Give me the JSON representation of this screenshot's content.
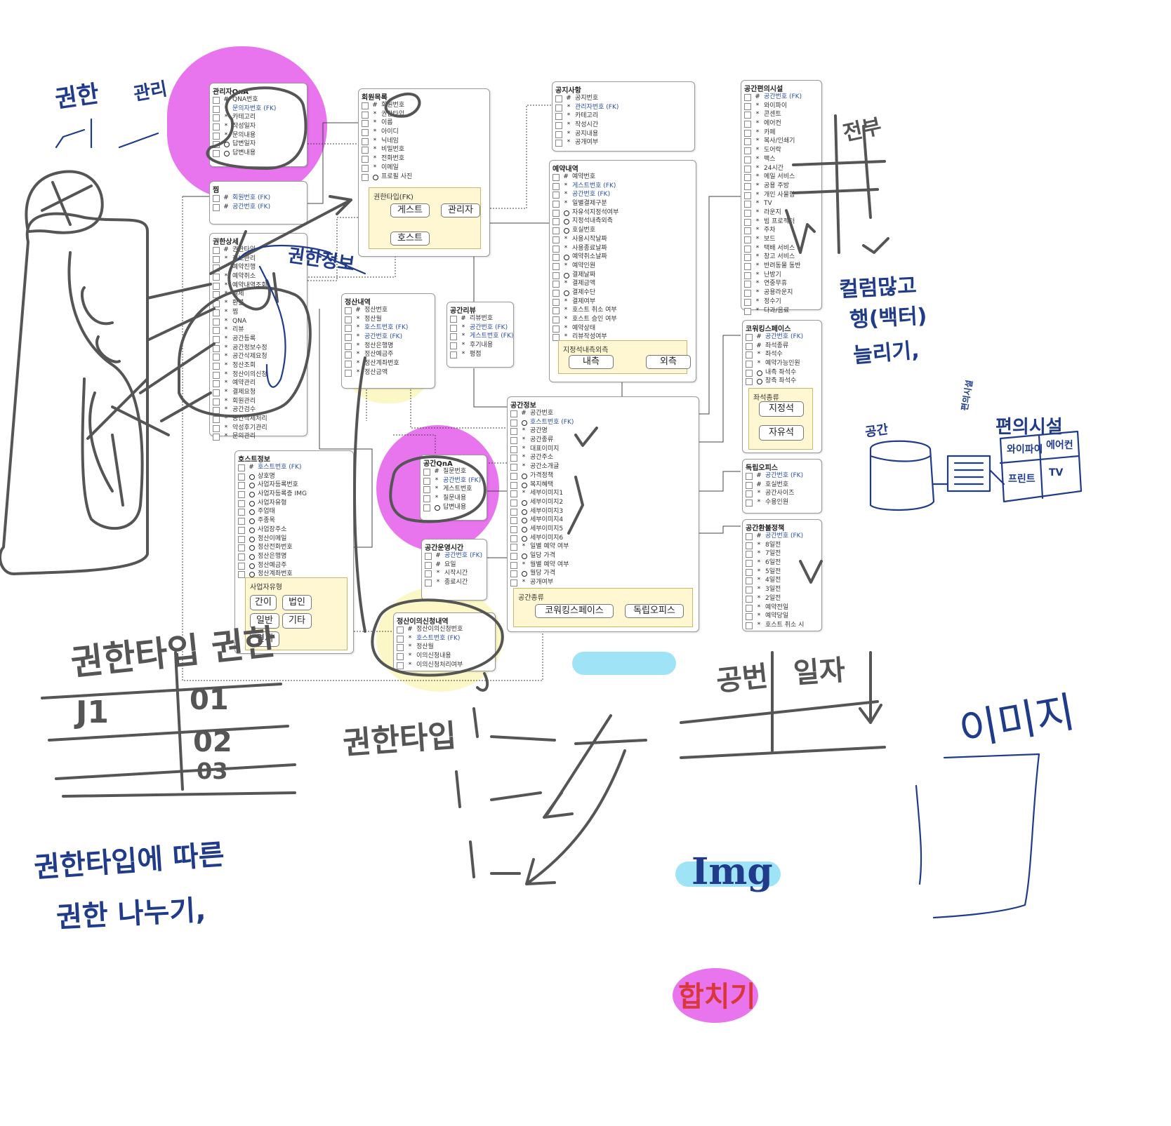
{
  "entities": {
    "admin_qna": {
      "title": "관리자QnA",
      "attrs": [
        {
          "m": "#",
          "t": "QNA번호"
        },
        {
          "m": "*",
          "t": "문의자번호 (FK)"
        },
        {
          "m": "*",
          "t": "카테고리"
        },
        {
          "m": "*",
          "t": "작성일자"
        },
        {
          "m": "*",
          "t": "문의내용"
        },
        {
          "m": "o",
          "t": "답변일자"
        },
        {
          "m": "o",
          "t": "답변내용"
        }
      ]
    },
    "wishlist": {
      "title": "찜",
      "attrs": [
        {
          "m": "#",
          "t": "회원번호 (FK)"
        },
        {
          "m": "#",
          "t": "공간번호 (FK)"
        }
      ]
    },
    "authority_detail": {
      "title": "권한상세",
      "attrs": [
        {
          "m": "#",
          "t": "권한타입"
        },
        {
          "m": "*",
          "t": "정보관리"
        },
        {
          "m": "*",
          "t": "예약진행"
        },
        {
          "m": "*",
          "t": "예약취소"
        },
        {
          "m": "*",
          "t": "예약내역조회"
        },
        {
          "m": "*",
          "t": "결제"
        },
        {
          "m": "*",
          "t": "환불"
        },
        {
          "m": "*",
          "t": "찜"
        },
        {
          "m": "*",
          "t": "QNA"
        },
        {
          "m": "*",
          "t": "리뷰"
        },
        {
          "m": "*",
          "t": "공간등록"
        },
        {
          "m": "*",
          "t": "공간정보수정"
        },
        {
          "m": "*",
          "t": "공간삭제요청"
        },
        {
          "m": "*",
          "t": "정산조회"
        },
        {
          "m": "*",
          "t": "정산이의신청"
        },
        {
          "m": "*",
          "t": "예약관리"
        },
        {
          "m": "*",
          "t": "결제요청"
        },
        {
          "m": "*",
          "t": "회원관리"
        },
        {
          "m": "*",
          "t": "공간검수"
        },
        {
          "m": "*",
          "t": "공간삭제처리"
        },
        {
          "m": "*",
          "t": "악성후기관리"
        },
        {
          "m": "*",
          "t": "문의관리"
        }
      ]
    },
    "member_list": {
      "title": "회원목록",
      "attrs": [
        {
          "m": "#",
          "t": "회원번호"
        },
        {
          "m": "*",
          "t": "권한타입"
        },
        {
          "m": "*",
          "t": "이름"
        },
        {
          "m": "*",
          "t": "아이디"
        },
        {
          "m": "*",
          "t": "닉네임"
        },
        {
          "m": "*",
          "t": "비밀번호"
        },
        {
          "m": "*",
          "t": "전화번호"
        },
        {
          "m": "*",
          "t": "이메일"
        },
        {
          "m": "o",
          "t": "프로필 사진"
        }
      ],
      "subtype_title": "권한타입(FK)",
      "subtypes": [
        "게스트",
        "관리자",
        "호스트"
      ]
    },
    "settlement": {
      "title": "정산내역",
      "attrs": [
        {
          "m": "#",
          "t": "정산번호"
        },
        {
          "m": "*",
          "t": "정산월"
        },
        {
          "m": "*",
          "t": "호스트번호 (FK)"
        },
        {
          "m": "*",
          "t": "공간번호 (FK)"
        },
        {
          "m": "*",
          "t": "정산은행명"
        },
        {
          "m": "*",
          "t": "정산예금주"
        },
        {
          "m": "*",
          "t": "정산계좌번호"
        },
        {
          "m": "*",
          "t": "정산금액"
        }
      ]
    },
    "space_review": {
      "title": "공간리뷰",
      "attrs": [
        {
          "m": "#",
          "t": "리뷰번호"
        },
        {
          "m": "*",
          "t": "공간번호 (FK)"
        },
        {
          "m": "*",
          "t": "게스트번호 (FK)"
        },
        {
          "m": "*",
          "t": "후기내용"
        },
        {
          "m": "*",
          "t": "평점"
        }
      ]
    },
    "notice": {
      "title": "공지사항",
      "attrs": [
        {
          "m": "#",
          "t": "공지번호"
        },
        {
          "m": "*",
          "t": "관리자번호 (FK)"
        },
        {
          "m": "*",
          "t": "카테고리"
        },
        {
          "m": "*",
          "t": "작성시간"
        },
        {
          "m": "*",
          "t": "공지내용"
        },
        {
          "m": "*",
          "t": "공개여부"
        }
      ]
    },
    "reservation": {
      "title": "예약내역",
      "attrs": [
        {
          "m": "#",
          "t": "예약번호"
        },
        {
          "m": "*",
          "t": "게스트번호 (FK)"
        },
        {
          "m": "*",
          "t": "공간번호 (FK)"
        },
        {
          "m": "*",
          "t": "일별결제구분"
        },
        {
          "m": "o",
          "t": "자유석지정석여부"
        },
        {
          "m": "o",
          "t": "지정석내측외측"
        },
        {
          "m": "o",
          "t": "호실번호"
        },
        {
          "m": "*",
          "t": "사용시작날짜"
        },
        {
          "m": "*",
          "t": "사용종료날짜"
        },
        {
          "m": "o",
          "t": "예약취소날짜"
        },
        {
          "m": "*",
          "t": "예약인원"
        },
        {
          "m": "o",
          "t": "결제날짜"
        },
        {
          "m": "*",
          "t": "결제금액"
        },
        {
          "m": "o",
          "t": "결제수단"
        },
        {
          "m": "*",
          "t": "결제여부"
        },
        {
          "m": "*",
          "t": "호스트 취소 여부"
        },
        {
          "m": "*",
          "t": "호스트 승인 여부"
        },
        {
          "m": "*",
          "t": "예약상태"
        },
        {
          "m": "*",
          "t": "리뷰작성여부"
        }
      ],
      "subtype_title": "지정석내측외측",
      "subtypes": [
        "내측",
        "외측"
      ]
    },
    "amenities": {
      "title": "공간편의시설",
      "attrs": [
        {
          "m": "#",
          "t": "공간번호 (FK)"
        },
        {
          "m": "*",
          "t": "와이파이"
        },
        {
          "m": "*",
          "t": "콘센트"
        },
        {
          "m": "*",
          "t": "에어컨"
        },
        {
          "m": "*",
          "t": "카페"
        },
        {
          "m": "*",
          "t": "복사/인쇄기"
        },
        {
          "m": "*",
          "t": "도어락"
        },
        {
          "m": "*",
          "t": "팩스"
        },
        {
          "m": "*",
          "t": "24시간"
        },
        {
          "m": "*",
          "t": "메일 서비스"
        },
        {
          "m": "*",
          "t": "공용 주방"
        },
        {
          "m": "*",
          "t": "개인 사물함"
        },
        {
          "m": "*",
          "t": "TV"
        },
        {
          "m": "*",
          "t": "라운지"
        },
        {
          "m": "*",
          "t": "빔 프로젝터"
        },
        {
          "m": "*",
          "t": "주차"
        },
        {
          "m": "*",
          "t": "보드"
        },
        {
          "m": "*",
          "t": "택배 서비스"
        },
        {
          "m": "*",
          "t": "창고 서비스"
        },
        {
          "m": "*",
          "t": "반려동물 동반"
        },
        {
          "m": "*",
          "t": "난방기"
        },
        {
          "m": "*",
          "t": "연중무휴"
        },
        {
          "m": "*",
          "t": "공용라운지"
        },
        {
          "m": "*",
          "t": "정수기"
        },
        {
          "m": "*",
          "t": "다과/음료"
        }
      ]
    },
    "coworking": {
      "title": "코워킹스페이스",
      "attrs": [
        {
          "m": "#",
          "t": "공간번호 (FK)"
        },
        {
          "m": "#",
          "t": "좌석종류"
        },
        {
          "m": "*",
          "t": "좌석수"
        },
        {
          "m": "*",
          "t": "예약가능인원"
        },
        {
          "m": "o",
          "t": "내측 좌석수"
        },
        {
          "m": "o",
          "t": "창측 좌석수"
        }
      ],
      "subtype_title": "좌석종류",
      "subtypes": [
        "지정석",
        "자유석"
      ]
    },
    "private_office": {
      "title": "독립오피스",
      "attrs": [
        {
          "m": "#",
          "t": "공간번호 (FK)"
        },
        {
          "m": "#",
          "t": "호실번호"
        },
        {
          "m": "*",
          "t": "공간사이즈"
        },
        {
          "m": "*",
          "t": "수용인원"
        }
      ]
    },
    "refund_policy": {
      "title": "공간환불정책",
      "attrs": [
        {
          "m": "#",
          "t": "공간번호 (FK)"
        },
        {
          "m": "*",
          "t": "8일전"
        },
        {
          "m": "*",
          "t": "7일전"
        },
        {
          "m": "*",
          "t": "6일전"
        },
        {
          "m": "*",
          "t": "5일전"
        },
        {
          "m": "*",
          "t": "4일전"
        },
        {
          "m": "*",
          "t": "3일전"
        },
        {
          "m": "*",
          "t": "2일전"
        },
        {
          "m": "*",
          "t": "예약전일"
        },
        {
          "m": "*",
          "t": "예약당일"
        },
        {
          "m": "*",
          "t": "호스트 취소 시"
        }
      ]
    },
    "space_info": {
      "title": "공간정보",
      "attrs": [
        {
          "m": "#",
          "t": "공간번호"
        },
        {
          "m": "o",
          "t": "호스트번호 (FK)"
        },
        {
          "m": "*",
          "t": "공간명"
        },
        {
          "m": "*",
          "t": "공간종류"
        },
        {
          "m": "*",
          "t": "대표이미지"
        },
        {
          "m": "*",
          "t": "공간주소"
        },
        {
          "m": "*",
          "t": "공간소개글"
        },
        {
          "m": "o",
          "t": "가격정책"
        },
        {
          "m": "o",
          "t": "복지혜택"
        },
        {
          "m": "*",
          "t": "세부이미지1"
        },
        {
          "m": "o",
          "t": "세부이미지2"
        },
        {
          "m": "o",
          "t": "세부이미지3"
        },
        {
          "m": "o",
          "t": "세부이미지4"
        },
        {
          "m": "o",
          "t": "세부이미지5"
        },
        {
          "m": "o",
          "t": "세부이미지6"
        },
        {
          "m": "*",
          "t": "일별 예약 여부"
        },
        {
          "m": "o",
          "t": "일당 가격"
        },
        {
          "m": "*",
          "t": "월별 예약 여부"
        },
        {
          "m": "o",
          "t": "월당 가격"
        },
        {
          "m": "*",
          "t": "공개여부"
        }
      ],
      "subtype_title": "공간종류",
      "subtypes": [
        "코워킹스페이스",
        "독립오피스"
      ]
    },
    "host_info": {
      "title": "호스트정보",
      "attrs": [
        {
          "m": "#",
          "t": "호스트번호 (FK)"
        },
        {
          "m": "o",
          "t": "상호명"
        },
        {
          "m": "o",
          "t": "사업자등록번호"
        },
        {
          "m": "o",
          "t": "사업자등록증 IMG"
        },
        {
          "m": "o",
          "t": "사업자유형"
        },
        {
          "m": "o",
          "t": "주업태"
        },
        {
          "m": "o",
          "t": "주종목"
        },
        {
          "m": "o",
          "t": "사업장주소"
        },
        {
          "m": "o",
          "t": "정산이메일"
        },
        {
          "m": "o",
          "t": "정산전화번호"
        },
        {
          "m": "o",
          "t": "정산은행명"
        },
        {
          "m": "o",
          "t": "정산예금주"
        },
        {
          "m": "o",
          "t": "정산계좌번호"
        }
      ],
      "subtype_title": "사업자유형",
      "subtypes": [
        "간이",
        "법인",
        "일반",
        "기타",
        "면세"
      ]
    },
    "space_qna": {
      "title": "공간QnA",
      "attrs": [
        {
          "m": "#",
          "t": "질문번호"
        },
        {
          "m": "*",
          "t": "공간번호 (FK)"
        },
        {
          "m": "*",
          "t": "게스트번호"
        },
        {
          "m": "*",
          "t": "질문내용"
        },
        {
          "m": "o",
          "t": "답변내용"
        }
      ]
    },
    "operating_hours": {
      "title": "공간운영시간",
      "attrs": [
        {
          "m": "#",
          "t": "공간번호 (FK)"
        },
        {
          "m": "#",
          "t": "요일"
        },
        {
          "m": "*",
          "t": "시작시간"
        },
        {
          "m": "*",
          "t": "종료시간"
        }
      ]
    },
    "settlement_objection": {
      "title": "정산이의신청내역",
      "attrs": [
        {
          "m": "#",
          "t": "정산이의신청번호"
        },
        {
          "m": "*",
          "t": "호스트번호 (FK)"
        },
        {
          "m": "*",
          "t": "정산월"
        },
        {
          "m": "*",
          "t": "이의신청내용"
        },
        {
          "m": "*",
          "t": "이의신청처리여부"
        }
      ]
    }
  },
  "notes": {
    "n1": "권한",
    "n2": "관리",
    "n3": "권한정보",
    "n4": "권한타입 권한",
    "n5": "J1",
    "n6": "01",
    "n7": "02",
    "n8": "03",
    "n9": "권한타입에 따른",
    "n10": "권한 나누기,",
    "n11": "권한타입",
    "n12": "공번",
    "n13": "일자",
    "n14": "컬럼많고",
    "n15": "행(백터)",
    "n16": "늘리기,",
    "n17": "편의시설",
    "n18": "공간",
    "n19": "편의시설",
    "n20": "와이파이",
    "n21": "에어컨",
    "n22": "프린트",
    "n23": "TV",
    "n24": "Img",
    "n25": "이미지",
    "n26": "합치기",
    "n27": "전부"
  },
  "colors": {
    "magenta": "#e875ee",
    "cyan": "#9fe3f7",
    "yellow": "#fbf7c6",
    "pen_gray": "#555555",
    "pen_navy": "#1f3b8a",
    "pen_red": "#d83838"
  }
}
